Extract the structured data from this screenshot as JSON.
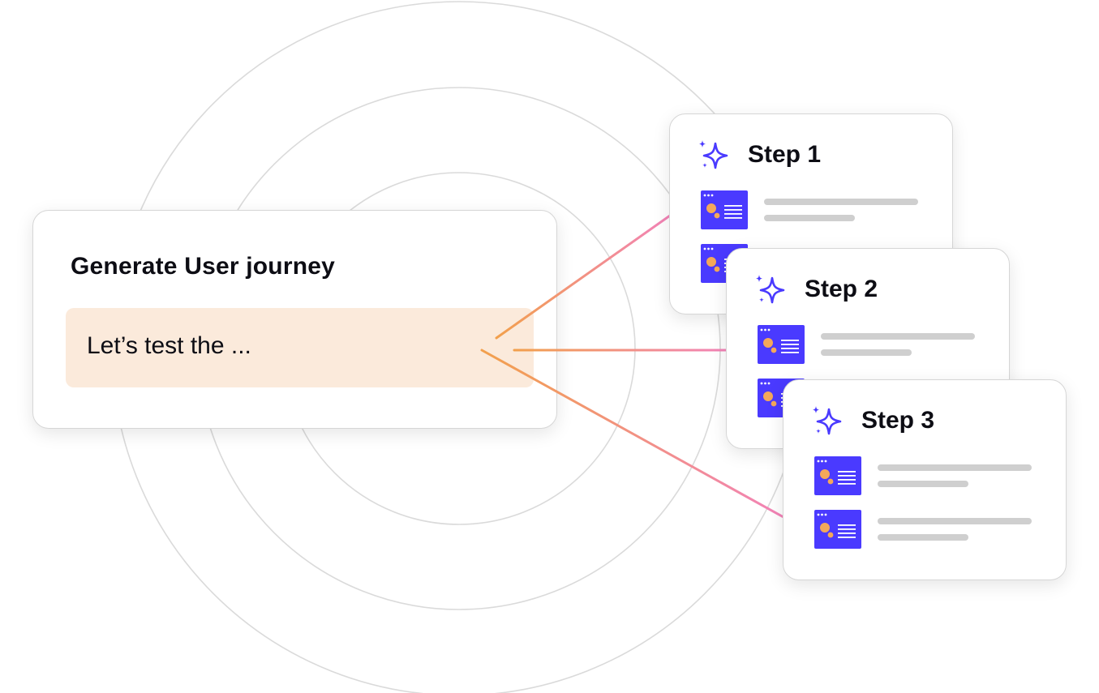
{
  "generator": {
    "title": "Generate User journey",
    "prompt": "Let’s test the ..."
  },
  "steps": [
    {
      "label": "Step 1"
    },
    {
      "label": "Step 2"
    },
    {
      "label": "Step 3"
    }
  ],
  "colors": {
    "accent": "#4a3aff",
    "thumb_orange": "#f4a85a",
    "prompt_bg": "#fbeadb",
    "connector_start": "#f2a04c",
    "connector_end": "#f283b8",
    "ring": "#d8d8d8"
  },
  "icons": {
    "step_icon": "sparkle-icon",
    "thumbnail": "screen-thumbnail-icon"
  }
}
